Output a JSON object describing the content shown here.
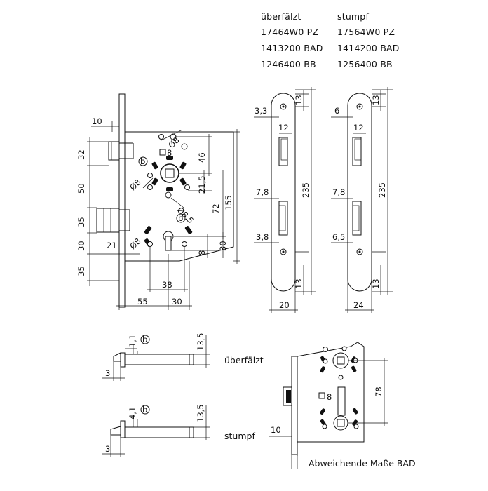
{
  "header": {
    "col1_title": "überfälzt",
    "col1_items": [
      "17464W0 PZ",
      "1413200 BAD",
      "1246400 BB"
    ],
    "col2_title": "stumpf",
    "col2_items": [
      "17564W0 PZ",
      "1414200 BAD",
      "1256400 BB"
    ]
  },
  "main_lock": {
    "dims": {
      "d10": "10",
      "d32": "32",
      "d50": "50",
      "d35a": "35",
      "d30": "30",
      "d35b": "35",
      "d21": "21",
      "d55": "55",
      "d30b": "30",
      "d38": "38",
      "sq8": "8",
      "o8_top": "Ø8",
      "o8_left": "Ø8",
      "o8_bottom": "Ø8",
      "o85": "Ø8,5",
      "d46": "46",
      "d215": "21,5",
      "d72": "72",
      "d155": "155",
      "d8": "8",
      "d30r": "30",
      "b1": "b",
      "b2": "b"
    }
  },
  "plate1": {
    "dims": {
      "d33": "3,3",
      "d12": "12",
      "d13t": "13",
      "d78": "7,8",
      "d38": "3,8",
      "d235": "235",
      "d13b": "13",
      "d20": "20"
    }
  },
  "plate2": {
    "dims": {
      "d6": "6",
      "d12": "12",
      "d13t": "13",
      "d78": "7,8",
      "d65": "6,5",
      "d235": "235",
      "d13b": "13",
      "d24": "24"
    }
  },
  "bolt1": {
    "label": "überfälzt",
    "dims": {
      "d11": "1,1",
      "b": "b",
      "d135": "13,5",
      "d3": "3"
    }
  },
  "bolt2": {
    "label": "stumpf",
    "dims": {
      "d41": "4,1",
      "b": "b",
      "d135": "13,5",
      "d3": "3"
    }
  },
  "bad_lock": {
    "caption": "Abweichende Maße BAD",
    "dims": {
      "sq8": "8",
      "d78": "78",
      "d10": "10"
    }
  }
}
